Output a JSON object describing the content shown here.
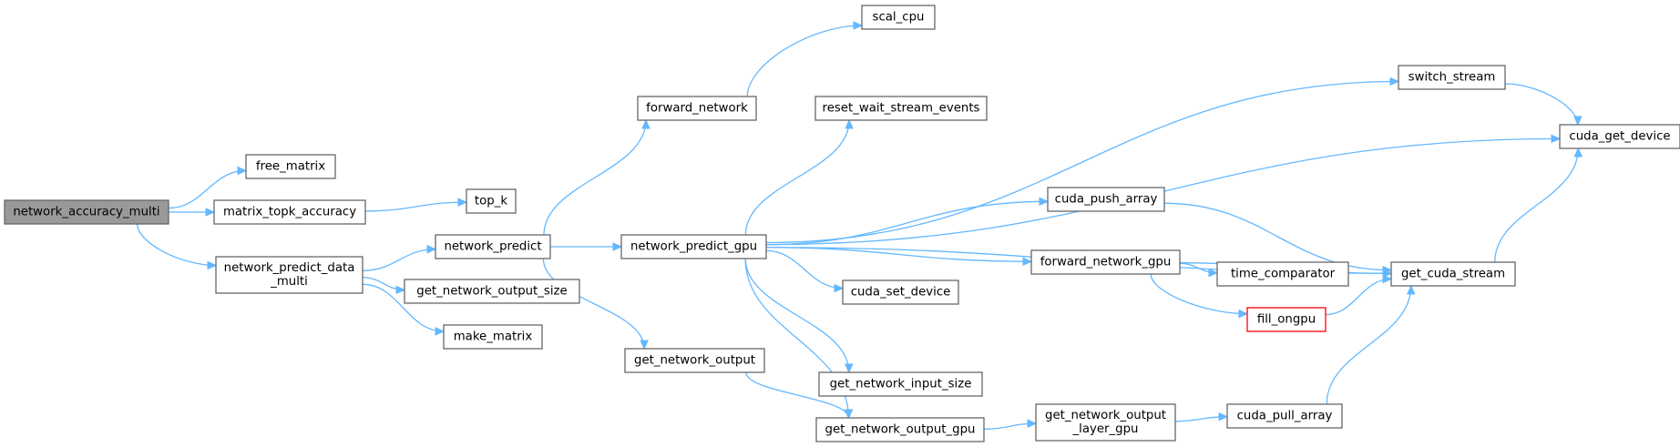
{
  "graph": {
    "colors": {
      "edge": "#63b8ff",
      "border": "#666666",
      "root_fill": "#999999",
      "truncated_border": "#ff0000"
    },
    "nodes": [
      {
        "id": "network_accuracy_multi",
        "lines": [
          "network_accuracy_multi"
        ],
        "style": "root"
      },
      {
        "id": "free_matrix",
        "lines": [
          "free_matrix"
        ]
      },
      {
        "id": "matrix_topk_accuracy",
        "lines": [
          "matrix_topk_accuracy"
        ]
      },
      {
        "id": "network_predict_data_multi",
        "lines": [
          "network_predict_data",
          "_multi"
        ]
      },
      {
        "id": "top_k",
        "lines": [
          "top_k"
        ]
      },
      {
        "id": "network_predict",
        "lines": [
          "network_predict"
        ]
      },
      {
        "id": "get_network_output_size",
        "lines": [
          "get_network_output_size"
        ]
      },
      {
        "id": "make_matrix",
        "lines": [
          "make_matrix"
        ]
      },
      {
        "id": "forward_network",
        "lines": [
          "forward_network"
        ]
      },
      {
        "id": "network_predict_gpu",
        "lines": [
          "network_predict_gpu"
        ]
      },
      {
        "id": "get_network_output",
        "lines": [
          "get_network_output"
        ]
      },
      {
        "id": "scal_cpu",
        "lines": [
          "scal_cpu"
        ]
      },
      {
        "id": "reset_wait_stream_events",
        "lines": [
          "reset_wait_stream_events"
        ]
      },
      {
        "id": "cuda_set_device",
        "lines": [
          "cuda_set_device"
        ]
      },
      {
        "id": "get_network_input_size",
        "lines": [
          "get_network_input_size"
        ]
      },
      {
        "id": "get_network_output_gpu",
        "lines": [
          "get_network_output_gpu"
        ]
      },
      {
        "id": "cuda_push_array",
        "lines": [
          "cuda_push_array"
        ]
      },
      {
        "id": "forward_network_gpu",
        "lines": [
          "forward_network_gpu"
        ]
      },
      {
        "id": "get_network_output_layer_gpu",
        "lines": [
          "get_network_output",
          "_layer_gpu"
        ]
      },
      {
        "id": "time_comparator",
        "lines": [
          "time_comparator"
        ]
      },
      {
        "id": "fill_ongpu",
        "lines": [
          "fill_ongpu"
        ],
        "style": "truncated"
      },
      {
        "id": "cuda_pull_array",
        "lines": [
          "cuda_pull_array"
        ]
      },
      {
        "id": "switch_stream",
        "lines": [
          "switch_stream"
        ]
      },
      {
        "id": "cuda_get_device",
        "lines": [
          "cuda_get_device"
        ]
      },
      {
        "id": "get_cuda_stream",
        "lines": [
          "get_cuda_stream"
        ]
      }
    ],
    "edges": [
      [
        "network_accuracy_multi",
        "free_matrix"
      ],
      [
        "network_accuracy_multi",
        "matrix_topk_accuracy"
      ],
      [
        "network_accuracy_multi",
        "network_predict_data_multi"
      ],
      [
        "matrix_topk_accuracy",
        "top_k"
      ],
      [
        "network_predict_data_multi",
        "network_predict"
      ],
      [
        "network_predict_data_multi",
        "get_network_output_size"
      ],
      [
        "network_predict_data_multi",
        "make_matrix"
      ],
      [
        "network_predict",
        "forward_network"
      ],
      [
        "network_predict",
        "network_predict_gpu"
      ],
      [
        "network_predict",
        "get_network_output"
      ],
      [
        "forward_network",
        "scal_cpu"
      ],
      [
        "network_predict_gpu",
        "switch_stream"
      ],
      [
        "network_predict_gpu",
        "reset_wait_stream_events"
      ],
      [
        "network_predict_gpu",
        "cuda_get_device"
      ],
      [
        "network_predict_gpu",
        "cuda_push_array"
      ],
      [
        "network_predict_gpu",
        "forward_network_gpu"
      ],
      [
        "network_predict_gpu",
        "cuda_set_device"
      ],
      [
        "network_predict_gpu",
        "get_cuda_stream"
      ],
      [
        "network_predict_gpu",
        "get_network_input_size"
      ],
      [
        "network_predict_gpu",
        "get_network_output_gpu"
      ],
      [
        "get_network_output",
        "get_network_output_gpu"
      ],
      [
        "get_network_output_gpu",
        "get_network_output_layer_gpu"
      ],
      [
        "get_network_output_layer_gpu",
        "cuda_pull_array"
      ],
      [
        "cuda_pull_array",
        "get_cuda_stream"
      ],
      [
        "cuda_push_array",
        "get_cuda_stream"
      ],
      [
        "forward_network_gpu",
        "get_cuda_stream"
      ],
      [
        "forward_network_gpu",
        "time_comparator"
      ],
      [
        "forward_network_gpu",
        "fill_ongpu"
      ],
      [
        "fill_ongpu",
        "get_cuda_stream"
      ],
      [
        "switch_stream",
        "cuda_get_device"
      ],
      [
        "get_cuda_stream",
        "cuda_get_device"
      ]
    ]
  }
}
